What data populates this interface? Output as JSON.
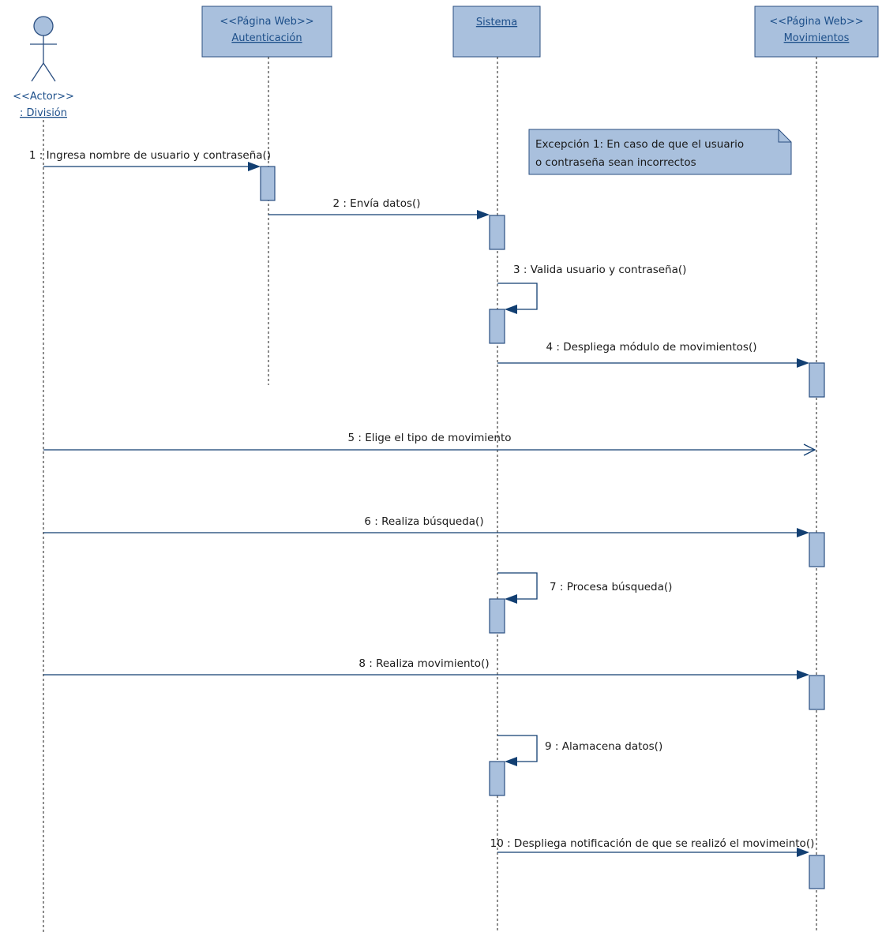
{
  "colors": {
    "box_fill": "#a9c0dd",
    "box_stroke": "#2b4f81",
    "message_line": "#123f72",
    "label_blue": "#1d4f8a"
  },
  "actor": {
    "icon": "stick-figure-icon",
    "stereotype": "<<Actor>>",
    "name": ": División"
  },
  "participants": [
    {
      "stereotype": "<<Página Web>>",
      "name": "Autenticación"
    },
    {
      "stereotype": "",
      "name": "Sistema"
    },
    {
      "stereotype": "<<Página Web>>",
      "name": "Movimientos"
    }
  ],
  "note": {
    "line1": "Excepción 1: En caso de que el usuario",
    "line2": "o contraseña sean incorrectos"
  },
  "messages": [
    {
      "label": "1 : Ingresa nombre de usuario y contraseña()",
      "from": "actor",
      "to": "Autenticación",
      "kind": "sync"
    },
    {
      "label": "2 : Envía datos()",
      "from": "Autenticación",
      "to": "Sistema",
      "kind": "sync"
    },
    {
      "label": "3 : Valida usuario y contraseña()",
      "from": "Sistema",
      "to": "Sistema",
      "kind": "self"
    },
    {
      "label": "4 : Despliega módulo de movimientos()",
      "from": "Sistema",
      "to": "Movimientos",
      "kind": "sync"
    },
    {
      "label": "5 : Elige el tipo de movimiento",
      "from": "actor",
      "to": "Movimientos",
      "kind": "async"
    },
    {
      "label": "6 : Realiza búsqueda()",
      "from": "actor",
      "to": "Movimientos",
      "kind": "sync"
    },
    {
      "label": "7 : Procesa búsqueda()",
      "from": "Sistema",
      "to": "Sistema",
      "kind": "self"
    },
    {
      "label": "8 : Realiza movimiento()",
      "from": "actor",
      "to": "Movimientos",
      "kind": "sync"
    },
    {
      "label": "9 : Alamacena datos()",
      "from": "Sistema",
      "to": "Sistema",
      "kind": "self"
    },
    {
      "label": "10 : Despliega notificación de que se realizó el movimeinto()",
      "from": "Sistema",
      "to": "Movimientos",
      "kind": "sync"
    }
  ]
}
